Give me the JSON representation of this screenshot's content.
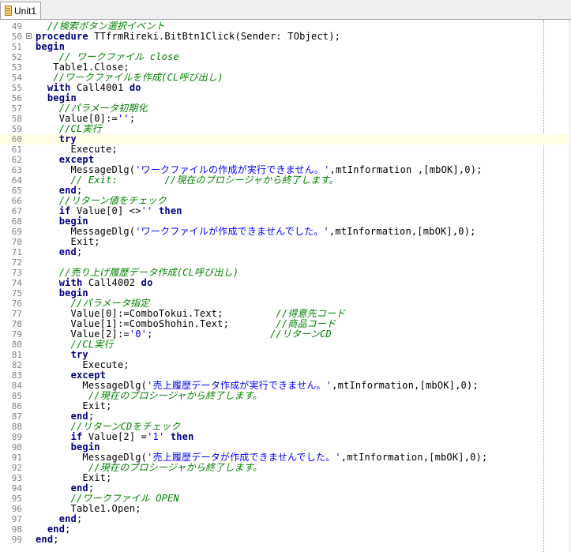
{
  "tab": {
    "label": "Unit1",
    "icon": "unit-file-icon"
  },
  "current_line": 60,
  "lines": [
    {
      "n": "49",
      "fold": false,
      "t": [
        [
          "cm",
          "  //検索ボタン選択イベント"
        ]
      ]
    },
    {
      "n": "50",
      "fold": true,
      "t": [
        [
          "kw",
          "procedure"
        ],
        [
          "tx",
          " TTfrmRireki.BitBtn1Click(Sender: TObject);"
        ]
      ]
    },
    {
      "n": "51",
      "fold": false,
      "t": [
        [
          "kw",
          "begin"
        ]
      ]
    },
    {
      "n": "52",
      "fold": false,
      "t": [
        [
          "cm",
          "    // ワークファイル close"
        ]
      ]
    },
    {
      "n": "53",
      "fold": false,
      "t": [
        [
          "tx",
          "   Table1.Close;"
        ]
      ]
    },
    {
      "n": "54",
      "fold": false,
      "t": [
        [
          "cm",
          "   //ワークファイルを作成(CL呼び出し)"
        ]
      ]
    },
    {
      "n": "55",
      "fold": false,
      "t": [
        [
          "tx",
          "  "
        ],
        [
          "kw",
          "with"
        ],
        [
          "tx",
          " Call4001 "
        ],
        [
          "kw",
          "do"
        ]
      ]
    },
    {
      "n": "56",
      "fold": false,
      "t": [
        [
          "tx",
          "  "
        ],
        [
          "kw",
          "begin"
        ]
      ]
    },
    {
      "n": "57",
      "fold": false,
      "t": [
        [
          "cm",
          "    //パラメータ初期化"
        ]
      ]
    },
    {
      "n": "58",
      "fold": false,
      "t": [
        [
          "tx",
          "    Value[0]:="
        ],
        [
          "st",
          "''"
        ],
        [
          "tx",
          ";"
        ]
      ]
    },
    {
      "n": "59",
      "fold": false,
      "t": [
        [
          "cm",
          "    //CL実行"
        ]
      ]
    },
    {
      "n": "60",
      "fold": false,
      "t": [
        [
          "tx",
          "    "
        ],
        [
          "kw",
          "try"
        ]
      ]
    },
    {
      "n": "61",
      "fold": false,
      "t": [
        [
          "tx",
          "      Execute;"
        ]
      ]
    },
    {
      "n": "62",
      "fold": false,
      "t": [
        [
          "tx",
          "    "
        ],
        [
          "kw",
          "except"
        ]
      ]
    },
    {
      "n": "63",
      "fold": false,
      "t": [
        [
          "tx",
          "      MessageDlg("
        ],
        [
          "st",
          "'ワークファイルの作成が実行できません。'"
        ],
        [
          "tx",
          ",mtInformation ,[mbOK],0);"
        ]
      ]
    },
    {
      "n": "64",
      "fold": false,
      "t": [
        [
          "cm",
          "      // Exit:        //現在のプロシージャから終了します。"
        ]
      ]
    },
    {
      "n": "65",
      "fold": false,
      "t": [
        [
          "tx",
          "    "
        ],
        [
          "kw",
          "end"
        ],
        [
          "tx",
          ";"
        ]
      ]
    },
    {
      "n": "66",
      "fold": false,
      "t": [
        [
          "cm",
          "    //リターン値をチェック"
        ]
      ]
    },
    {
      "n": "67",
      "fold": false,
      "t": [
        [
          "tx",
          "    "
        ],
        [
          "kw",
          "if"
        ],
        [
          "tx",
          " Value[0] <>"
        ],
        [
          "st",
          "''"
        ],
        [
          "tx",
          " "
        ],
        [
          "kw",
          "then"
        ]
      ]
    },
    {
      "n": "68",
      "fold": false,
      "t": [
        [
          "tx",
          "    "
        ],
        [
          "kw",
          "begin"
        ]
      ]
    },
    {
      "n": "69",
      "fold": false,
      "t": [
        [
          "tx",
          "      MessageDlg("
        ],
        [
          "st",
          "'ワークファイルが作成できませんでした。'"
        ],
        [
          "tx",
          ",mtInformation,[mbOK],0);"
        ]
      ]
    },
    {
      "n": "70",
      "fold": false,
      "t": [
        [
          "tx",
          "      Exit;"
        ]
      ]
    },
    {
      "n": "71",
      "fold": false,
      "t": [
        [
          "tx",
          "    "
        ],
        [
          "kw",
          "end"
        ],
        [
          "tx",
          ";"
        ]
      ]
    },
    {
      "n": "72",
      "fold": false,
      "t": [
        [
          "tx",
          ""
        ]
      ]
    },
    {
      "n": "73",
      "fold": false,
      "t": [
        [
          "cm",
          "    //売り上げ履歴データ作成(CL呼び出し)"
        ]
      ]
    },
    {
      "n": "74",
      "fold": false,
      "t": [
        [
          "tx",
          "    "
        ],
        [
          "kw",
          "with"
        ],
        [
          "tx",
          " Call4002 "
        ],
        [
          "kw",
          "do"
        ]
      ]
    },
    {
      "n": "75",
      "fold": false,
      "t": [
        [
          "tx",
          "    "
        ],
        [
          "kw",
          "begin"
        ]
      ]
    },
    {
      "n": "76",
      "fold": false,
      "t": [
        [
          "cm",
          "      //パラメータ指定"
        ]
      ]
    },
    {
      "n": "77",
      "fold": false,
      "t": [
        [
          "tx",
          "      Value[0]:=ComboTokui.Text;         "
        ],
        [
          "cm",
          "//得意先コード"
        ]
      ]
    },
    {
      "n": "78",
      "fold": false,
      "t": [
        [
          "tx",
          "      Value[1]:=ComboShohin.Text;        "
        ],
        [
          "cm",
          "//商品コード"
        ]
      ]
    },
    {
      "n": "79",
      "fold": false,
      "t": [
        [
          "tx",
          "      Value[2]:="
        ],
        [
          "st",
          "'0'"
        ],
        [
          "tx",
          ";                    "
        ],
        [
          "cm",
          "//リターンCD"
        ]
      ]
    },
    {
      "n": "80",
      "fold": false,
      "t": [
        [
          "cm",
          "      //CL実行"
        ]
      ]
    },
    {
      "n": "81",
      "fold": false,
      "t": [
        [
          "tx",
          "      "
        ],
        [
          "kw",
          "try"
        ]
      ]
    },
    {
      "n": "82",
      "fold": false,
      "t": [
        [
          "tx",
          "        Execute;"
        ]
      ]
    },
    {
      "n": "83",
      "fold": false,
      "t": [
        [
          "tx",
          "      "
        ],
        [
          "kw",
          "except"
        ]
      ]
    },
    {
      "n": "84",
      "fold": false,
      "t": [
        [
          "tx",
          "        MessageDlg("
        ],
        [
          "st",
          "'売上履歴データ作成が実行できません。'"
        ],
        [
          "tx",
          ",mtInformation,[mbOK],0);"
        ]
      ]
    },
    {
      "n": "85",
      "fold": false,
      "t": [
        [
          "cm",
          "         //現在のプロシージャから終了します。"
        ]
      ]
    },
    {
      "n": "86",
      "fold": false,
      "t": [
        [
          "tx",
          "        Exit;"
        ]
      ]
    },
    {
      "n": "87",
      "fold": false,
      "t": [
        [
          "tx",
          "      "
        ],
        [
          "kw",
          "end"
        ],
        [
          "tx",
          ";"
        ]
      ]
    },
    {
      "n": "88",
      "fold": false,
      "t": [
        [
          "cm",
          "      //リターンCDをチェック"
        ]
      ]
    },
    {
      "n": "89",
      "fold": false,
      "t": [
        [
          "tx",
          "      "
        ],
        [
          "kw",
          "if"
        ],
        [
          "tx",
          " Value[2] ="
        ],
        [
          "st",
          "'1'"
        ],
        [
          "tx",
          " "
        ],
        [
          "kw",
          "then"
        ]
      ]
    },
    {
      "n": "90",
      "fold": false,
      "t": [
        [
          "tx",
          "      "
        ],
        [
          "kw",
          "begin"
        ]
      ]
    },
    {
      "n": "91",
      "fold": false,
      "t": [
        [
          "tx",
          "        MessageDlg("
        ],
        [
          "st",
          "'売上履歴データが作成できませんでした。'"
        ],
        [
          "tx",
          ",mtInformation,[mbOK],0);"
        ]
      ]
    },
    {
      "n": "92",
      "fold": false,
      "t": [
        [
          "cm",
          "         //現在のプロシージャから終了します。"
        ]
      ]
    },
    {
      "n": "93",
      "fold": false,
      "t": [
        [
          "tx",
          "        Exit;"
        ]
      ]
    },
    {
      "n": "94",
      "fold": false,
      "t": [
        [
          "tx",
          "      "
        ],
        [
          "kw",
          "end"
        ],
        [
          "tx",
          ";"
        ]
      ]
    },
    {
      "n": "95",
      "fold": false,
      "t": [
        [
          "cm",
          "      //ワークファイル OPEN"
        ]
      ]
    },
    {
      "n": "96",
      "fold": false,
      "t": [
        [
          "tx",
          "      Table1.Open;"
        ]
      ]
    },
    {
      "n": "97",
      "fold": false,
      "t": [
        [
          "tx",
          "    "
        ],
        [
          "kw",
          "end"
        ],
        [
          "tx",
          ";"
        ]
      ]
    },
    {
      "n": "98",
      "fold": false,
      "t": [
        [
          "tx",
          "  "
        ],
        [
          "kw",
          "end"
        ],
        [
          "tx",
          ";"
        ]
      ]
    },
    {
      "n": "99",
      "fold": false,
      "t": [
        [
          "kw",
          "end"
        ],
        [
          "tx",
          ";"
        ]
      ]
    }
  ],
  "colors": {
    "keyword": "#000080",
    "comment": "#008000",
    "string": "#0000ff",
    "line_number": "#808080",
    "current_line_bg": "#ffffe6"
  }
}
